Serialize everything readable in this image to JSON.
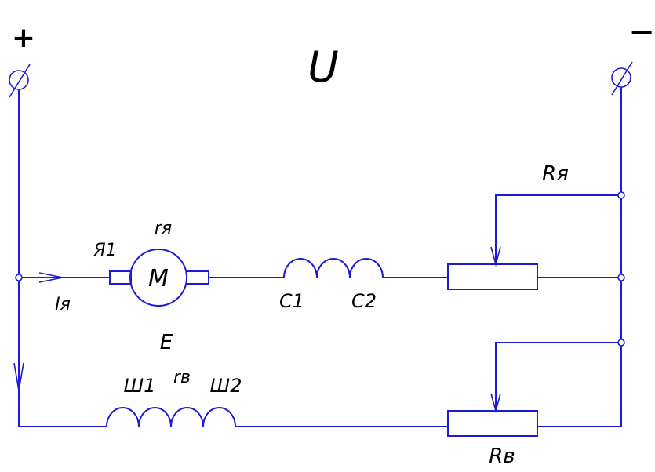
{
  "colors": {
    "wire": "#1c1cd4",
    "text": "#000000",
    "background": "#ffffff"
  },
  "terminals": {
    "plus": "+",
    "minus": "−"
  },
  "labels": {
    "voltage": "U",
    "armature_terminal": "Я1",
    "armature_resistance": "rя",
    "motor": "M",
    "armature_current": "Iя",
    "emf": "E",
    "series_coil_start": "C1",
    "series_coil_end": "C2",
    "rheostat_armature": "Rя",
    "shunt_start": "Ш1",
    "field_resistance": "rв",
    "shunt_end": "Ш2",
    "rheostat_field": "Rв"
  }
}
